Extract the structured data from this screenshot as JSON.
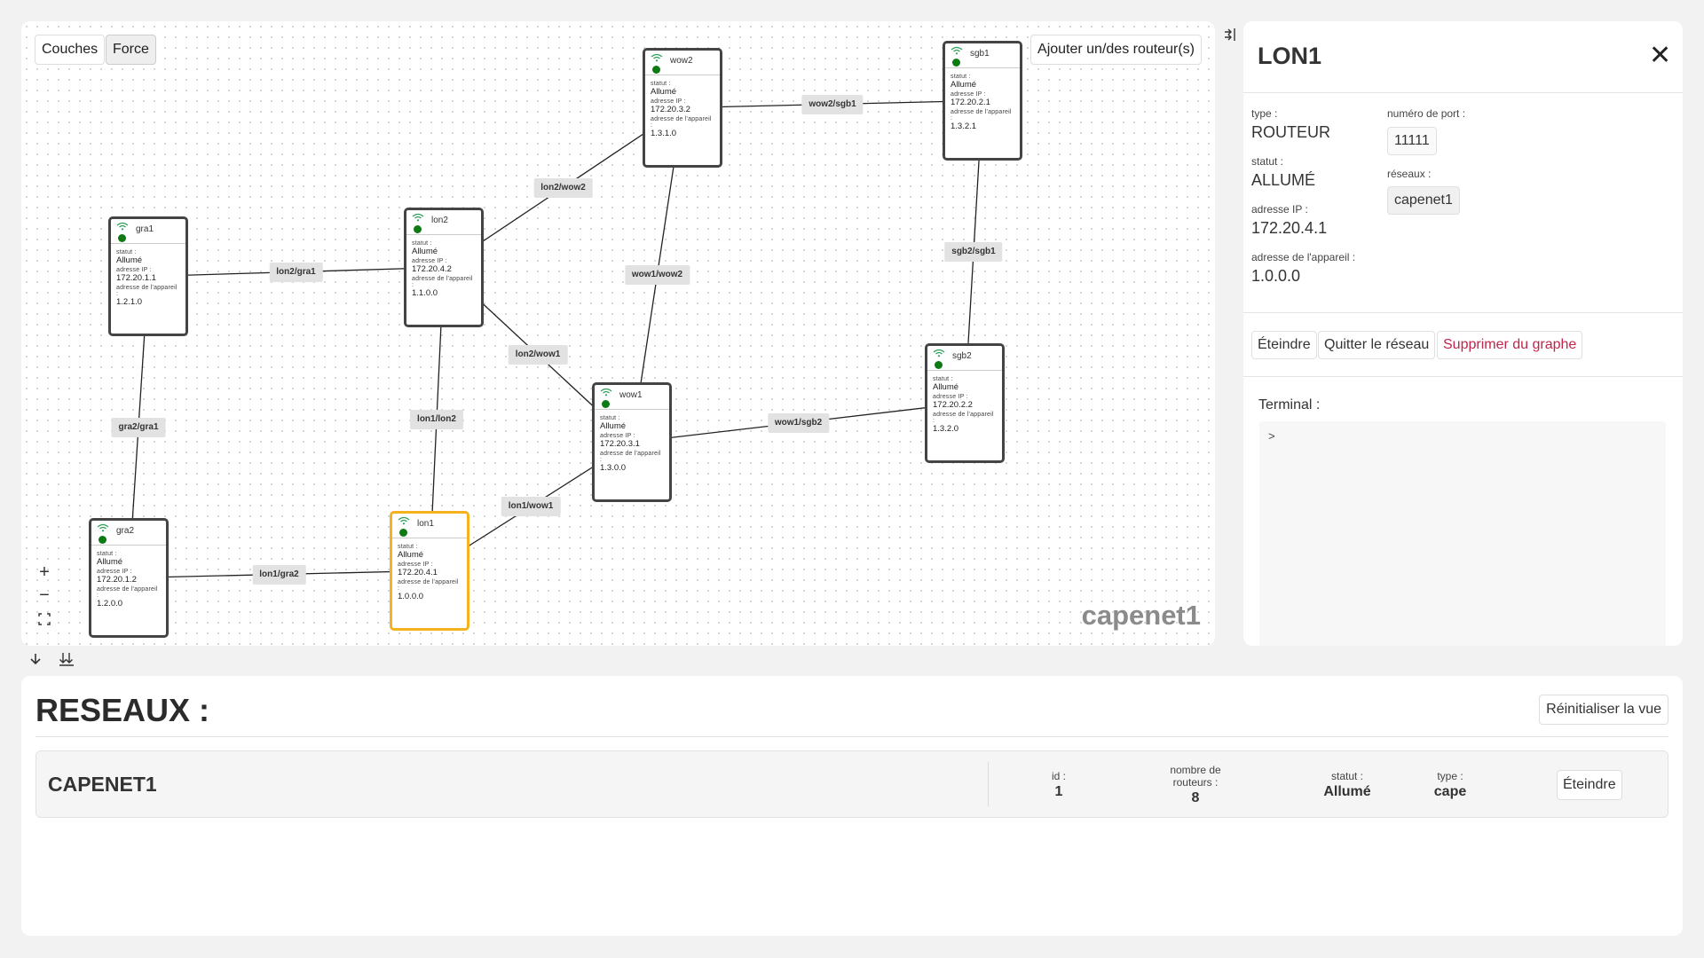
{
  "toolbar": {
    "layers_label": "Couches",
    "force_label": "Force",
    "add_routers_label": "Ajouter un/des routeur(s)"
  },
  "graph": {
    "network_name": "capenet1",
    "field_labels": {
      "status": "statut :",
      "ip": "adresse IP :",
      "device": "adresse de l'appareil :"
    },
    "nodes": [
      {
        "id": "gra1",
        "status": "Allumé",
        "ip": "172.20.1.1",
        "device": "1.2.1.0",
        "selected": false
      },
      {
        "id": "gra2",
        "status": "Allumé",
        "ip": "172.20.1.2",
        "device": "1.2.0.0",
        "selected": false
      },
      {
        "id": "lon2",
        "status": "Allumé",
        "ip": "172.20.4.2",
        "device": "1.1.0.0",
        "selected": false
      },
      {
        "id": "lon1",
        "status": "Allumé",
        "ip": "172.20.4.1",
        "device": "1.0.0.0",
        "selected": true
      },
      {
        "id": "wow2",
        "status": "Allumé",
        "ip": "172.20.3.2",
        "device": "1.3.1.0",
        "selected": false
      },
      {
        "id": "wow1",
        "status": "Allumé",
        "ip": "172.20.3.1",
        "device": "1.3.0.0",
        "selected": false
      },
      {
        "id": "sgb1",
        "status": "Allumé",
        "ip": "172.20.2.1",
        "device": "1.3.2.1",
        "selected": false
      },
      {
        "id": "sgb2",
        "status": "Allumé",
        "ip": "172.20.2.2",
        "device": "1.3.2.0",
        "selected": false
      }
    ],
    "edges": [
      {
        "label": "lon2/gra1",
        "a": "lon2",
        "b": "gra1"
      },
      {
        "label": "gra2/gra1",
        "a": "gra2",
        "b": "gra1"
      },
      {
        "label": "lon1/gra2",
        "a": "lon1",
        "b": "gra2"
      },
      {
        "label": "lon1/lon2",
        "a": "lon1",
        "b": "lon2"
      },
      {
        "label": "lon2/wow2",
        "a": "lon2",
        "b": "wow2"
      },
      {
        "label": "lon2/wow1",
        "a": "lon2",
        "b": "wow1"
      },
      {
        "label": "lon1/wow1",
        "a": "lon1",
        "b": "wow1"
      },
      {
        "label": "wow1/wow2",
        "a": "wow1",
        "b": "wow2"
      },
      {
        "label": "wow2/sgb1",
        "a": "wow2",
        "b": "sgb1"
      },
      {
        "label": "wow1/sgb2",
        "a": "wow1",
        "b": "sgb2"
      },
      {
        "label": "sgb2/sgb1",
        "a": "sgb2",
        "b": "sgb1"
      }
    ],
    "zoom_in": "+",
    "zoom_out": "−",
    "fit": "⛶"
  },
  "detail": {
    "title": "LON1",
    "close": "✕",
    "type_label": "type :",
    "type_value": "ROUTEUR",
    "status_label": "statut :",
    "status_value": "ALLUMÉ",
    "ip_label": "adresse IP :",
    "ip_value": "172.20.4.1",
    "device_label": "adresse de l'appareil :",
    "device_value": "1.0.0.0",
    "port_label": "numéro de port :",
    "port_value": "11111",
    "networks_label": "réseaux :",
    "network_chip": "capenet1",
    "actions": {
      "off": "Éteindre",
      "leave": "Quitter le réseau",
      "delete": "Supprimer du graphe"
    },
    "terminal_label": "Terminal :",
    "terminal_prompt": ">"
  },
  "networks": {
    "title": "RESEAUX :",
    "reset_label": "Réinitialiser la vue",
    "row": {
      "name": "CAPENET1",
      "id_label": "id :",
      "id_value": "1",
      "routers_label_1": "nombre de",
      "routers_label_2": "routeurs :",
      "routers_value": "8",
      "status_label": "statut :",
      "status_value": "Allumé",
      "type_label": "type :",
      "type_value": "cape",
      "off_label": "Éteindre"
    }
  },
  "colors": {
    "selected_border": "#f4b21e",
    "led_on": "#0d7a14",
    "danger": "#c0254b",
    "wifi": "#2e9e5a"
  }
}
